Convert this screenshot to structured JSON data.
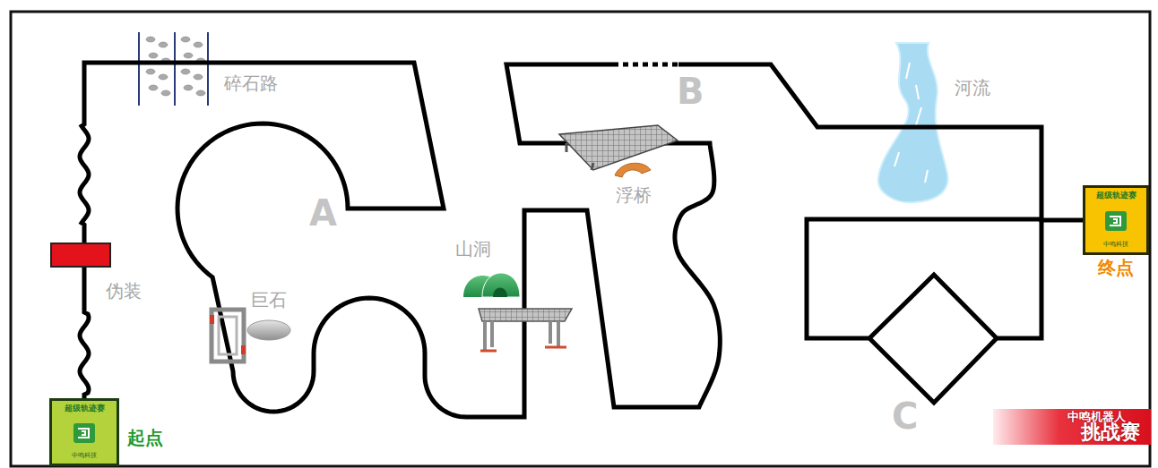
{
  "diagram": {
    "nodes": [
      {
        "text": [
          "超级轨迹赛",
          "中鸣科技",
          "起点"
        ]
      },
      {
        "text": [
          "超级轨迹赛",
          "中鸣科技",
          "终点"
        ]
      },
      {
        "text": [
          "中鸣机器人",
          "挑战赛"
        ]
      }
    ],
    "edges": [
      {
        "from": 0,
        "to": 1,
        "arrow": "none"
      }
    ],
    "labels": [
      "碎石路",
      "伪装",
      "A",
      "巨石",
      "山洞",
      "浮桥",
      "B",
      "河流",
      "C"
    ]
  }
}
